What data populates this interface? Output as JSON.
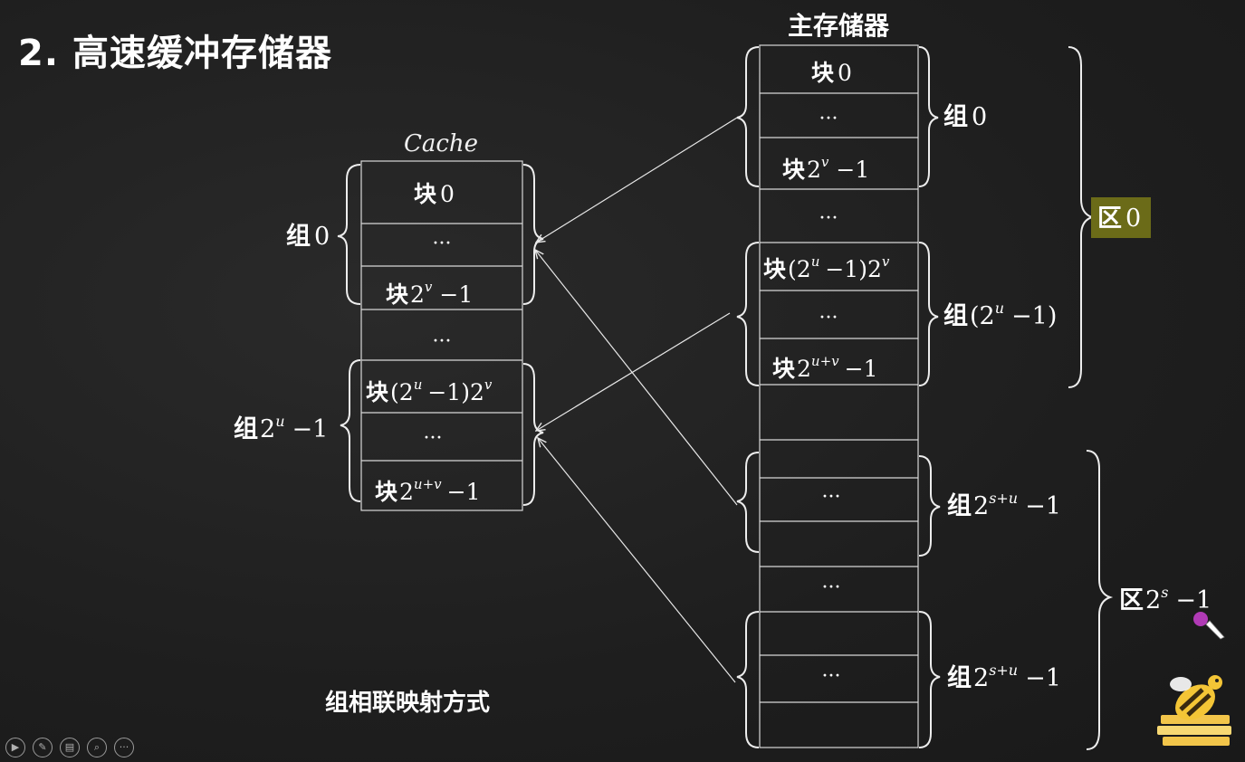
{
  "slide": {
    "title": "2. 高速缓冲存储器",
    "caption": "组相联映射方式"
  },
  "cache": {
    "title": "Cache",
    "rows": [
      "块",
      "0",
      "···",
      "块",
      "2",
      "v",
      "−1",
      "···",
      "块",
      "(2",
      "u",
      "−1)2",
      "v",
      "···",
      "块",
      "2",
      "u+v",
      "−1"
    ],
    "group0": {
      "prefix": "组",
      "num": "0"
    },
    "groupLast": {
      "prefix": "组",
      "base": "2",
      "sup": "u",
      "tail": "−1"
    }
  },
  "memory": {
    "title": "主存储器",
    "row_block0": {
      "prefix": "块",
      "num": "0"
    },
    "row_dots": "···",
    "row_blocklast": {
      "prefix": "块",
      "base": "2",
      "sup": "v",
      "tail": "−1"
    },
    "row_blockmid": {
      "prefix": "块",
      "open": "(2",
      "sup": "u",
      "mid": "−1)2",
      "sup2": "v"
    },
    "row_blockend": {
      "prefix": "块",
      "base": "2",
      "sup": "u+v",
      "tail": "−1"
    },
    "group0": {
      "prefix": "组",
      "num": "0"
    },
    "groupU": {
      "prefix": "组",
      "open": "(2",
      "sup": "u",
      "tail": "−1)"
    },
    "groupSU": {
      "prefix": "组",
      "base": "2",
      "sup": "s+u",
      "tail": "−1"
    }
  },
  "zones": {
    "zone0": {
      "prefix": "区",
      "num": "0"
    },
    "zoneLast": {
      "prefix": "区",
      "base": "2",
      "sup": "s",
      "tail": "−1"
    }
  },
  "colors": {
    "accent_box": "#6b6b18",
    "pen_dot": "#b03ab5",
    "line": "#e8e8e8"
  },
  "toolbar": {
    "icons": [
      "play-icon",
      "pen-icon",
      "slides-icon",
      "zoom-icon",
      "more-icon"
    ]
  }
}
